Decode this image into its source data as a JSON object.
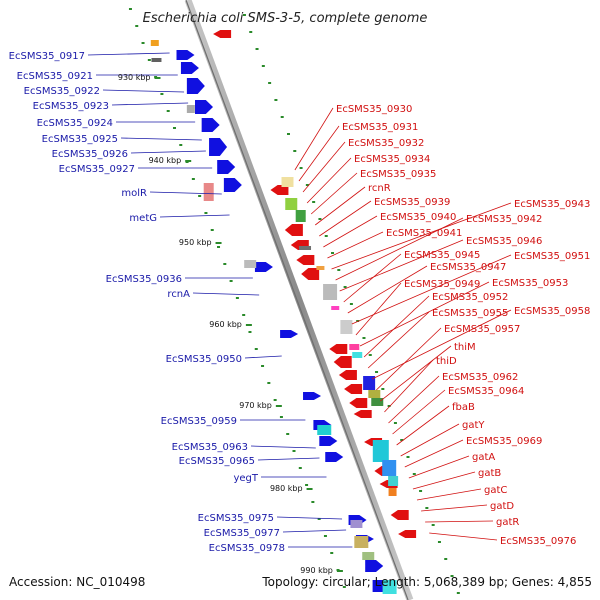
{
  "title": "Escherichia coli SMS-3-5, complete genome",
  "accession": "Accession: NC_010498",
  "topology": "Topology: circular; Length: 5,068,389 bp; Genes: 4,855",
  "scale_labels": [
    "930 kbp",
    "940 kbp",
    "950 kbp",
    "960 kbp",
    "970 kbp",
    "980 kbp",
    "990 kbp"
  ],
  "left_labels": [
    "EcSMS35_0917",
    "EcSMS35_0921",
    "EcSMS35_0922",
    "EcSMS35_0923",
    "EcSMS35_0924",
    "EcSMS35_0925",
    "EcSMS35_0926",
    "EcSMS35_0927",
    "molR",
    "metG",
    "EcSMS35_0936",
    "rcnA",
    "EcSMS35_0950",
    "EcSMS35_0959",
    "EcSMS35_0963",
    "EcSMS35_0965",
    "yegT",
    "EcSMS35_0975",
    "EcSMS35_0977",
    "EcSMS35_0978"
  ],
  "right_labels": [
    "EcSMS35_0930",
    "EcSMS35_0931",
    "EcSMS35_0932",
    "EcSMS35_0934",
    "EcSMS35_0935",
    "rcnR",
    "EcSMS35_0939",
    "EcSMS35_0940",
    "EcSMS35_0941",
    "EcSMS35_0943",
    "EcSMS35_0942",
    "EcSMS35_0946",
    "EcSMS35_0945",
    "EcSMS35_0947",
    "EcSMS35_0951",
    "EcSMS35_0949",
    "EcSMS35_0953",
    "EcSMS35_0952",
    "EcSMS35_0955",
    "EcSMS35_0958",
    "EcSMS35_0957",
    "thiM",
    "thiD",
    "EcSMS35_0962",
    "EcSMS35_0964",
    "fbaB",
    "gatY",
    "EcSMS35_0969",
    "gatA",
    "gatB",
    "gatC",
    "gatD",
    "gatR",
    "EcSMS35_0976"
  ],
  "colors": {
    "forward_strand": "#1010e0",
    "reverse_strand": "#e01010",
    "left_label": "#1a1aa8",
    "right_label": "#d11010",
    "backbone": "#9a9a9a",
    "tick": "#2a8a2a"
  }
}
